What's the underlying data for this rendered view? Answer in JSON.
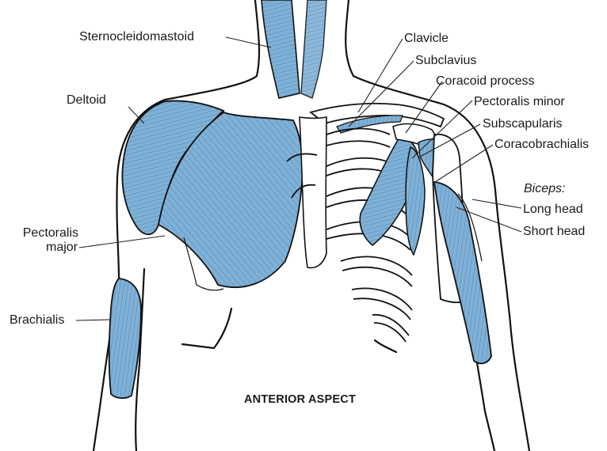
{
  "caption": "ANTERIOR ASPECT",
  "labels": {
    "sternocleidomastoid": "Sternocleidomastoid",
    "clavicle": "Clavicle",
    "subclavius": "Subclavius",
    "coracoid_process": "Coracoid process",
    "pectoralis_minor": "Pectoralis minor",
    "subscapularis": "Subscapularis",
    "coracobrachialis": "Coracobrachialis",
    "biceps": "Biceps:",
    "long_head": "Long head",
    "short_head": "Short head",
    "deltoid": "Deltoid",
    "pectoralis_major_line1": "Pectoralis",
    "pectoralis_major_line2": "major",
    "brachialis": "Brachialis"
  },
  "colors": {
    "muscle_fill": "#7fb1d8",
    "outline": "#111111",
    "fibers": "#2b4f6b"
  }
}
